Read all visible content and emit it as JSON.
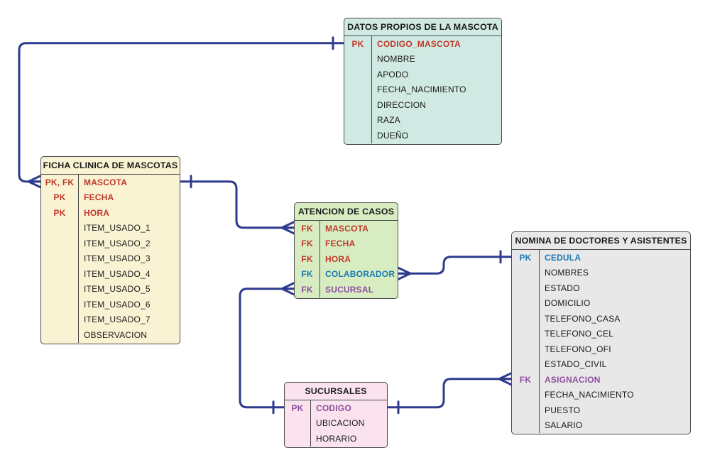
{
  "diagram": {
    "notation": "crow-foot",
    "colors": {
      "connector": "#2e3a8c",
      "border": "#4b4b4b",
      "text": "#1a1a1a",
      "key_red": "#c0392b",
      "key_blue": "#1b7ab5",
      "key_purple": "#8f4d9f"
    }
  },
  "tables": [
    {
      "id": "datos_mascota",
      "title": "DATOS PROPIOS DE LA MASCOTA",
      "fill": "#d0e9e2",
      "rows": [
        {
          "key": "PK",
          "name": "CODIGO_MASCOTA",
          "color": "red"
        },
        {
          "key": "",
          "name": "NOMBRE",
          "color": "black"
        },
        {
          "key": "",
          "name": "APODO",
          "color": "black"
        },
        {
          "key": "",
          "name": "FECHA_NACIMIENTO",
          "color": "black"
        },
        {
          "key": "",
          "name": "DIRECCION",
          "color": "black"
        },
        {
          "key": "",
          "name": "RAZA",
          "color": "black"
        },
        {
          "key": "",
          "name": "DUEÑO",
          "color": "black"
        }
      ]
    },
    {
      "id": "ficha_clinica",
      "title": "FICHA CLINICA DE MASCOTAS",
      "fill": "#faf3d3",
      "rows": [
        {
          "key": "PK, FK",
          "name": "MASCOTA",
          "color": "red"
        },
        {
          "key": "PK",
          "name": "FECHA",
          "color": "red"
        },
        {
          "key": "PK",
          "name": "HORA",
          "color": "red"
        },
        {
          "key": "",
          "name": "ITEM_USADO_1",
          "color": "black"
        },
        {
          "key": "",
          "name": "ITEM_USADO_2",
          "color": "black"
        },
        {
          "key": "",
          "name": "ITEM_USADO_3",
          "color": "black"
        },
        {
          "key": "",
          "name": "ITEM_USADO_4",
          "color": "black"
        },
        {
          "key": "",
          "name": "ITEM_USADO_5",
          "color": "black"
        },
        {
          "key": "",
          "name": "ITEM_USADO_6",
          "color": "black"
        },
        {
          "key": "",
          "name": "ITEM_USADO_7",
          "color": "black"
        },
        {
          "key": "",
          "name": "OBSERVACION",
          "color": "black"
        }
      ]
    },
    {
      "id": "atencion_casos",
      "title": "ATENCION DE CASOS",
      "fill": "#d7edc1",
      "rows": [
        {
          "key": "FK",
          "name": "MASCOTA",
          "color": "red"
        },
        {
          "key": "FK",
          "name": "FECHA",
          "color": "red"
        },
        {
          "key": "FK",
          "name": "HORA",
          "color": "red"
        },
        {
          "key": "FK",
          "name": "COLABORADOR",
          "color": "blue"
        },
        {
          "key": "FK",
          "name": "SUCURSAL",
          "color": "purple"
        }
      ]
    },
    {
      "id": "nomina_doctores",
      "title": "NOMINA DE DOCTORES Y ASISTENTES",
      "fill": "#e8e8e8",
      "rows": [
        {
          "key": "PK",
          "name": "CEDULA",
          "color": "blue"
        },
        {
          "key": "",
          "name": "NOMBRES",
          "color": "black"
        },
        {
          "key": "",
          "name": "ESTADO",
          "color": "black"
        },
        {
          "key": "",
          "name": "DOMICILIO",
          "color": "black"
        },
        {
          "key": "",
          "name": "TELEFONO_CASA",
          "color": "black"
        },
        {
          "key": "",
          "name": "TELEFONO_CEL",
          "color": "black"
        },
        {
          "key": "",
          "name": "TELEFONO_OFI",
          "color": "black"
        },
        {
          "key": "",
          "name": "ESTADO_CIVIL",
          "color": "black"
        },
        {
          "key": "FK",
          "name": "ASIGNACION",
          "color": "purple"
        },
        {
          "key": "",
          "name": "FECHA_NACIMIENTO",
          "color": "black"
        },
        {
          "key": "",
          "name": "PUESTO",
          "color": "black"
        },
        {
          "key": "",
          "name": "SALARIO",
          "color": "black"
        }
      ]
    },
    {
      "id": "sucursales",
      "title": "SUCURSALES",
      "fill": "#fae3ef",
      "rows": [
        {
          "key": "PK",
          "name": "CODIGO",
          "color": "purple"
        },
        {
          "key": "",
          "name": "UBICACION",
          "color": "black"
        },
        {
          "key": "",
          "name": "HORARIO",
          "color": "black"
        }
      ]
    }
  ],
  "relationships": [
    {
      "from_table": "DATOS PROPIOS DE LA MASCOTA",
      "from_attr": "CODIGO_MASCOTA",
      "from_cardinality": "one",
      "to_table": "FICHA CLINICA DE MASCOTAS",
      "to_attr": "MASCOTA",
      "to_cardinality": "many"
    },
    {
      "from_table": "FICHA CLINICA DE MASCOTAS",
      "from_attr": "MASCOTA",
      "from_cardinality": "one",
      "to_table": "ATENCION DE CASOS",
      "to_attr": "MASCOTA",
      "to_cardinality": "many"
    },
    {
      "from_table": "NOMINA DE DOCTORES Y ASISTENTES",
      "from_attr": "CEDULA",
      "from_cardinality": "one",
      "to_table": "ATENCION DE CASOS",
      "to_attr": "COLABORADOR",
      "to_cardinality": "many"
    },
    {
      "from_table": "SUCURSALES",
      "from_attr": "CODIGO",
      "from_cardinality": "one",
      "to_table": "ATENCION DE CASOS",
      "to_attr": "SUCURSAL",
      "to_cardinality": "many"
    },
    {
      "from_table": "SUCURSALES",
      "from_attr": "CODIGO",
      "from_cardinality": "one",
      "to_table": "NOMINA DE DOCTORES Y ASISTENTES",
      "to_attr": "ASIGNACION",
      "to_cardinality": "many"
    }
  ]
}
